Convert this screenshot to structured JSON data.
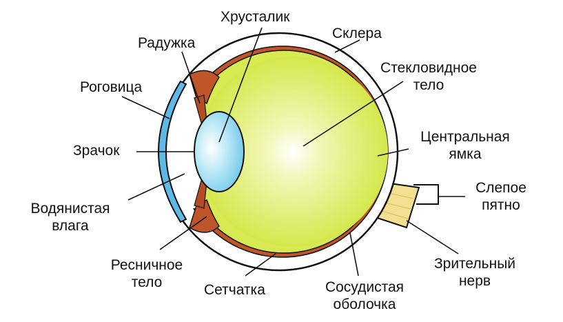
{
  "labels": {
    "lens": "Хрусталик",
    "iris": "Радужка",
    "sclera": "Склера",
    "vitreous_1": "Стекловидное",
    "vitreous_2": "тело",
    "cornea": "Роговица",
    "fovea_1": "Центральная",
    "fovea_2": "ямка",
    "pupil": "Зрачок",
    "blind_spot_1": "Слепое",
    "blind_spot_2": "пятно",
    "aqueous_1": "Водянистая",
    "aqueous_2": "влага",
    "ciliary_1": "Ресничное",
    "ciliary_2": "тело",
    "retina": "Сетчатка",
    "choroid_1": "Сосудистая",
    "choroid_2": "оболочка",
    "optic_nerve_1": "Зрительный",
    "optic_nerve_2": "нерв"
  },
  "colors": {
    "sclera": "#ffffff",
    "choroid": "#c0552a",
    "vitreous": "#d8ea52",
    "vitreous_highlight": "#ffffff",
    "lens": "#7fd0ec",
    "cornea": "#5fb8e6",
    "optic_nerve": "#f2e090",
    "outline": "#111111"
  }
}
